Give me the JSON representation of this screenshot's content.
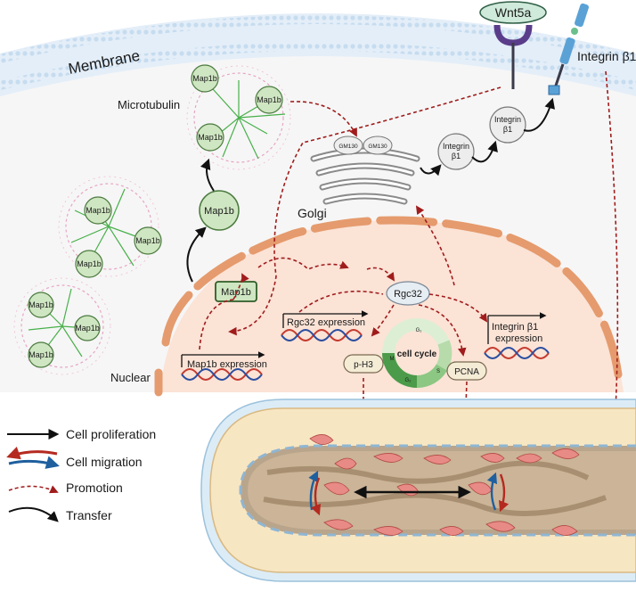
{
  "labels": {
    "membrane": "Membrane",
    "microtubulin": "Microtubulin",
    "golgi": "Golgi",
    "nuclear": "Nuclear",
    "wnt5a": "Wnt5a",
    "integrin_b1_receptor": "Integrin β1",
    "integrin_b1_golgi": "Integrin",
    "integrin_b1_golgi_sub": "β1",
    "integrin_b1_membrane": "Integrin",
    "integrin_b1_membrane_sub": "β1",
    "gm130": "GM130",
    "map1b": "Map1b",
    "rgc32": "Rgc32",
    "rgc32_expression": "Rgc32 expression",
    "map1b_expression": "Map1b expression",
    "integrin_expression_line1": "Integrin β1",
    "integrin_expression_line2": "expression",
    "cell_cycle": "cell cycle",
    "g1": "G₁",
    "s": "S",
    "g2": "G₂",
    "m": "M",
    "ph3": "p-H3",
    "pcna": "PCNA"
  },
  "legend": [
    {
      "icon": "cell-proliferation-arrow-icon",
      "label": "Cell proliferation"
    },
    {
      "icon": "cell-migration-arrows-icon",
      "label": "Cell migration"
    },
    {
      "icon": "promotion-arrow-icon",
      "label": "Promotion"
    },
    {
      "icon": "transfer-arrow-icon",
      "label": "Transfer"
    }
  ],
  "colors": {
    "promotion": "#a01c1c",
    "migration_red": "#b52a20",
    "migration_blue": "#1f5f9e",
    "nucleus_fill": "#fbe3d6",
    "nucleus_border": "#e59b6d",
    "map1b_fill": "#cfe6c2",
    "map1b_border": "#4a7a3e",
    "vessel_wall": "#f4e6c4",
    "membrane": "#d7e7f4"
  }
}
